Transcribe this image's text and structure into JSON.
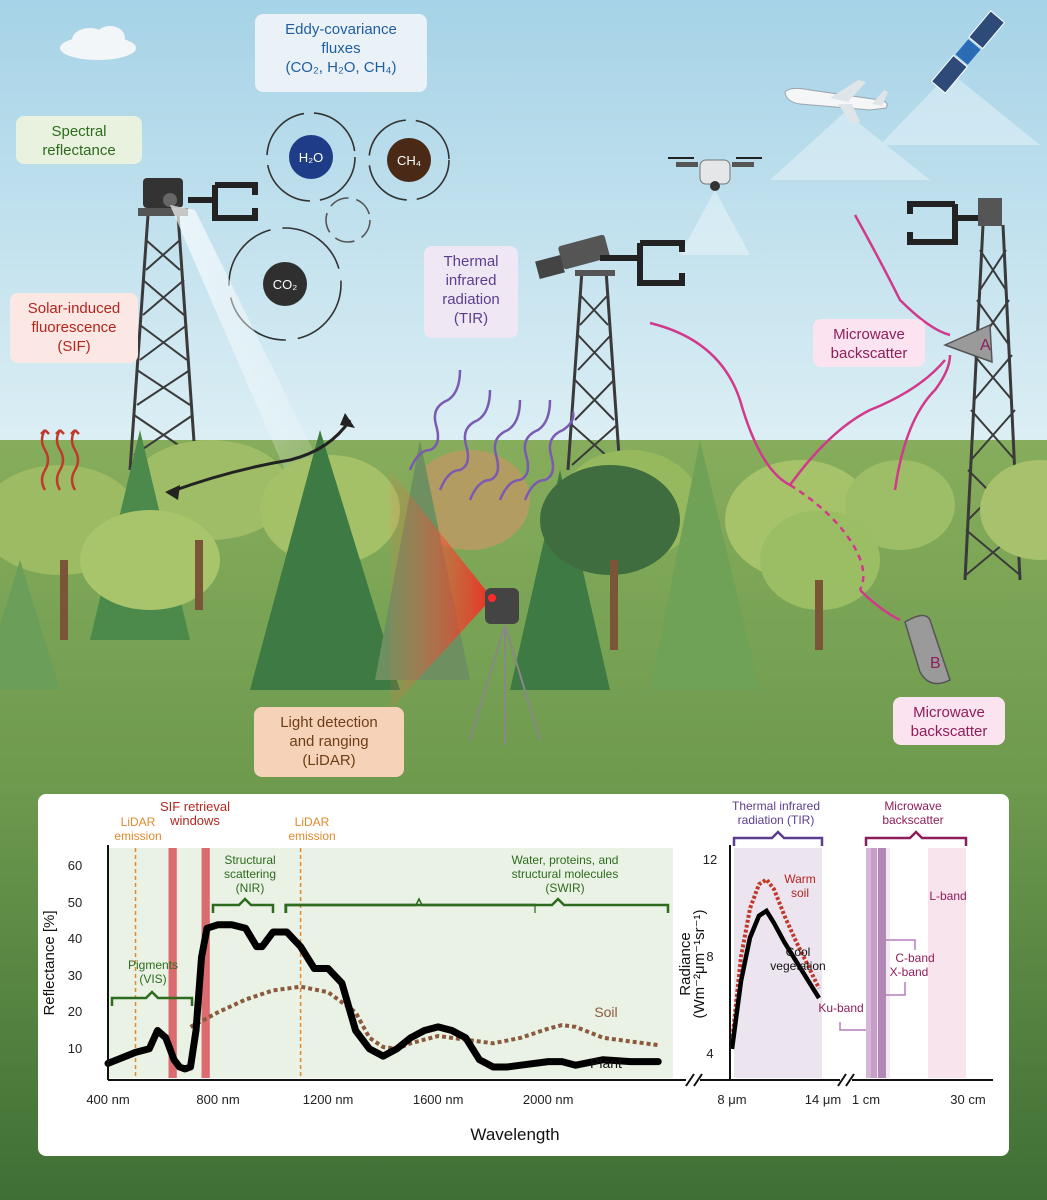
{
  "labels": {
    "eddy": "Eddy-covariance\nfluxes\n(CO₂, H₂O, CH₄)",
    "spectral": "Spectral\nreflectance",
    "sif": "Solar-induced\nfluorescence\n(SIF)",
    "tir": "Thermal\ninfrared\nradiation\n(TIR)",
    "microwave_a": "Microwave\nbackscatter",
    "lidar": "Light detection\nand ranging\n(LiDAR)",
    "microwave_b": "Microwave\nbackscatter",
    "molecule_h2o": "H₂O",
    "molecule_ch4": "CH₄",
    "molecule_co2": "CO₂",
    "antenna_a": "A",
    "antenna_b": "B"
  },
  "colors": {
    "sky": "#aad6e8",
    "grass": "#78a256",
    "tree_light": "#8cb35c",
    "tree_dark": "#3b6e3d",
    "tower": "#3a3a3a",
    "sif_red": "#c0392b",
    "tir_purple": "#7b5bb0",
    "microwave_pink": "#d1398a",
    "lidar_red": "#e53935",
    "panel_green_bg": "#e9f2e4",
    "plant_line": "#000000",
    "soil_line": "#8b5a3c"
  },
  "chart_data": [
    {
      "type": "line",
      "ylabel": "Reflectance [%]",
      "xlabel": "Wavelength",
      "x_ticks": [
        "400 nm",
        "800 nm",
        "1200 nm",
        "1600 nm",
        "2000 nm"
      ],
      "y_ticks": [
        "10",
        "20",
        "30",
        "40",
        "50",
        "60"
      ],
      "xlim": [
        400,
        2450
      ],
      "ylim": [
        2,
        65
      ],
      "grid": false,
      "series": [
        {
          "name": "Plant",
          "x": [
            400,
            450,
            500,
            550,
            580,
            610,
            640,
            660,
            680,
            700,
            720,
            740,
            760,
            800,
            850,
            900,
            940,
            960,
            1000,
            1050,
            1100,
            1150,
            1200,
            1250,
            1300,
            1350,
            1400,
            1450,
            1500,
            1550,
            1600,
            1650,
            1700,
            1750,
            1800,
            1850,
            1900,
            2000,
            2050,
            2100,
            2200,
            2300,
            2400
          ],
          "y": [
            6,
            7.5,
            9,
            10,
            15,
            13,
            7,
            5,
            4.5,
            5,
            15,
            35,
            43,
            44,
            44,
            43,
            38,
            38,
            42,
            42,
            38,
            32,
            32,
            28,
            15,
            10,
            8,
            10,
            13,
            15,
            16,
            15,
            13,
            7,
            5,
            5,
            5.5,
            6.5,
            6.5,
            5.5,
            7,
            6.5,
            6.5
          ]
        },
        {
          "name": "Soil",
          "x": [
            700,
            800,
            900,
            1000,
            1100,
            1200,
            1300,
            1350,
            1400,
            1450,
            1500,
            1600,
            1700,
            1800,
            1900,
            2000,
            2050,
            2100,
            2200,
            2300,
            2400
          ],
          "y": [
            16,
            20,
            23.5,
            26,
            27,
            25.5,
            20,
            13,
            10.5,
            10,
            11.5,
            13.5,
            12.5,
            11.5,
            13,
            15.5,
            16.5,
            16,
            13,
            12,
            11
          ]
        }
      ],
      "annotations": {
        "lidar_1": "LiDAR\nemission",
        "sif": "SIF retrieval\nwindows",
        "lidar_2": "LiDAR\nemission",
        "nir": "Structural\nscattering\n(NIR)",
        "swir": "Water, proteins, and\nstructural molecules\n(SWIR)",
        "vis": "Pigments\n(VIS)",
        "soil": "Soil",
        "plant": "Plant"
      },
      "lidar_lines_nm": [
        500,
        1100
      ],
      "sif_bands_nm": [
        [
          620,
          650
        ],
        [
          740,
          770
        ]
      ]
    },
    {
      "type": "line",
      "ylabel": "Radiance (Wm⁻²μm⁻¹sr⁻¹)",
      "x_ticks": [
        "8 μm",
        "14 μm"
      ],
      "y_ticks": [
        "4",
        "8",
        "12"
      ],
      "xlim": [
        8,
        14
      ],
      "ylim": [
        3,
        12.5
      ],
      "title": "Thermal infrared\nradiation (TIR)",
      "series": [
        {
          "name": "Cool\nvegetation",
          "x": [
            8,
            8.6,
            9.2,
            9.8,
            10.3,
            10.8,
            11.5,
            12.3,
            13.1,
            13.8
          ],
          "y": [
            4.2,
            7,
            8.8,
            9.7,
            9.9,
            9.4,
            8.6,
            7.8,
            7.0,
            6.3
          ]
        },
        {
          "name": "Warm\nsoil",
          "x": [
            8,
            8.6,
            9.2,
            9.8,
            10.3,
            10.8,
            11.5,
            12.3,
            13.1,
            13.8
          ],
          "y": [
            4.5,
            8,
            10,
            11,
            11.2,
            10.8,
            9.7,
            8.6,
            7.6,
            6.7
          ]
        }
      ]
    },
    {
      "type": "bar",
      "title": "Microwave\nbackscatter",
      "x_ticks": [
        "1 cm",
        "30 cm"
      ],
      "categories": [
        "Ku-band",
        "X-band",
        "C-band",
        "L-band"
      ]
    }
  ]
}
